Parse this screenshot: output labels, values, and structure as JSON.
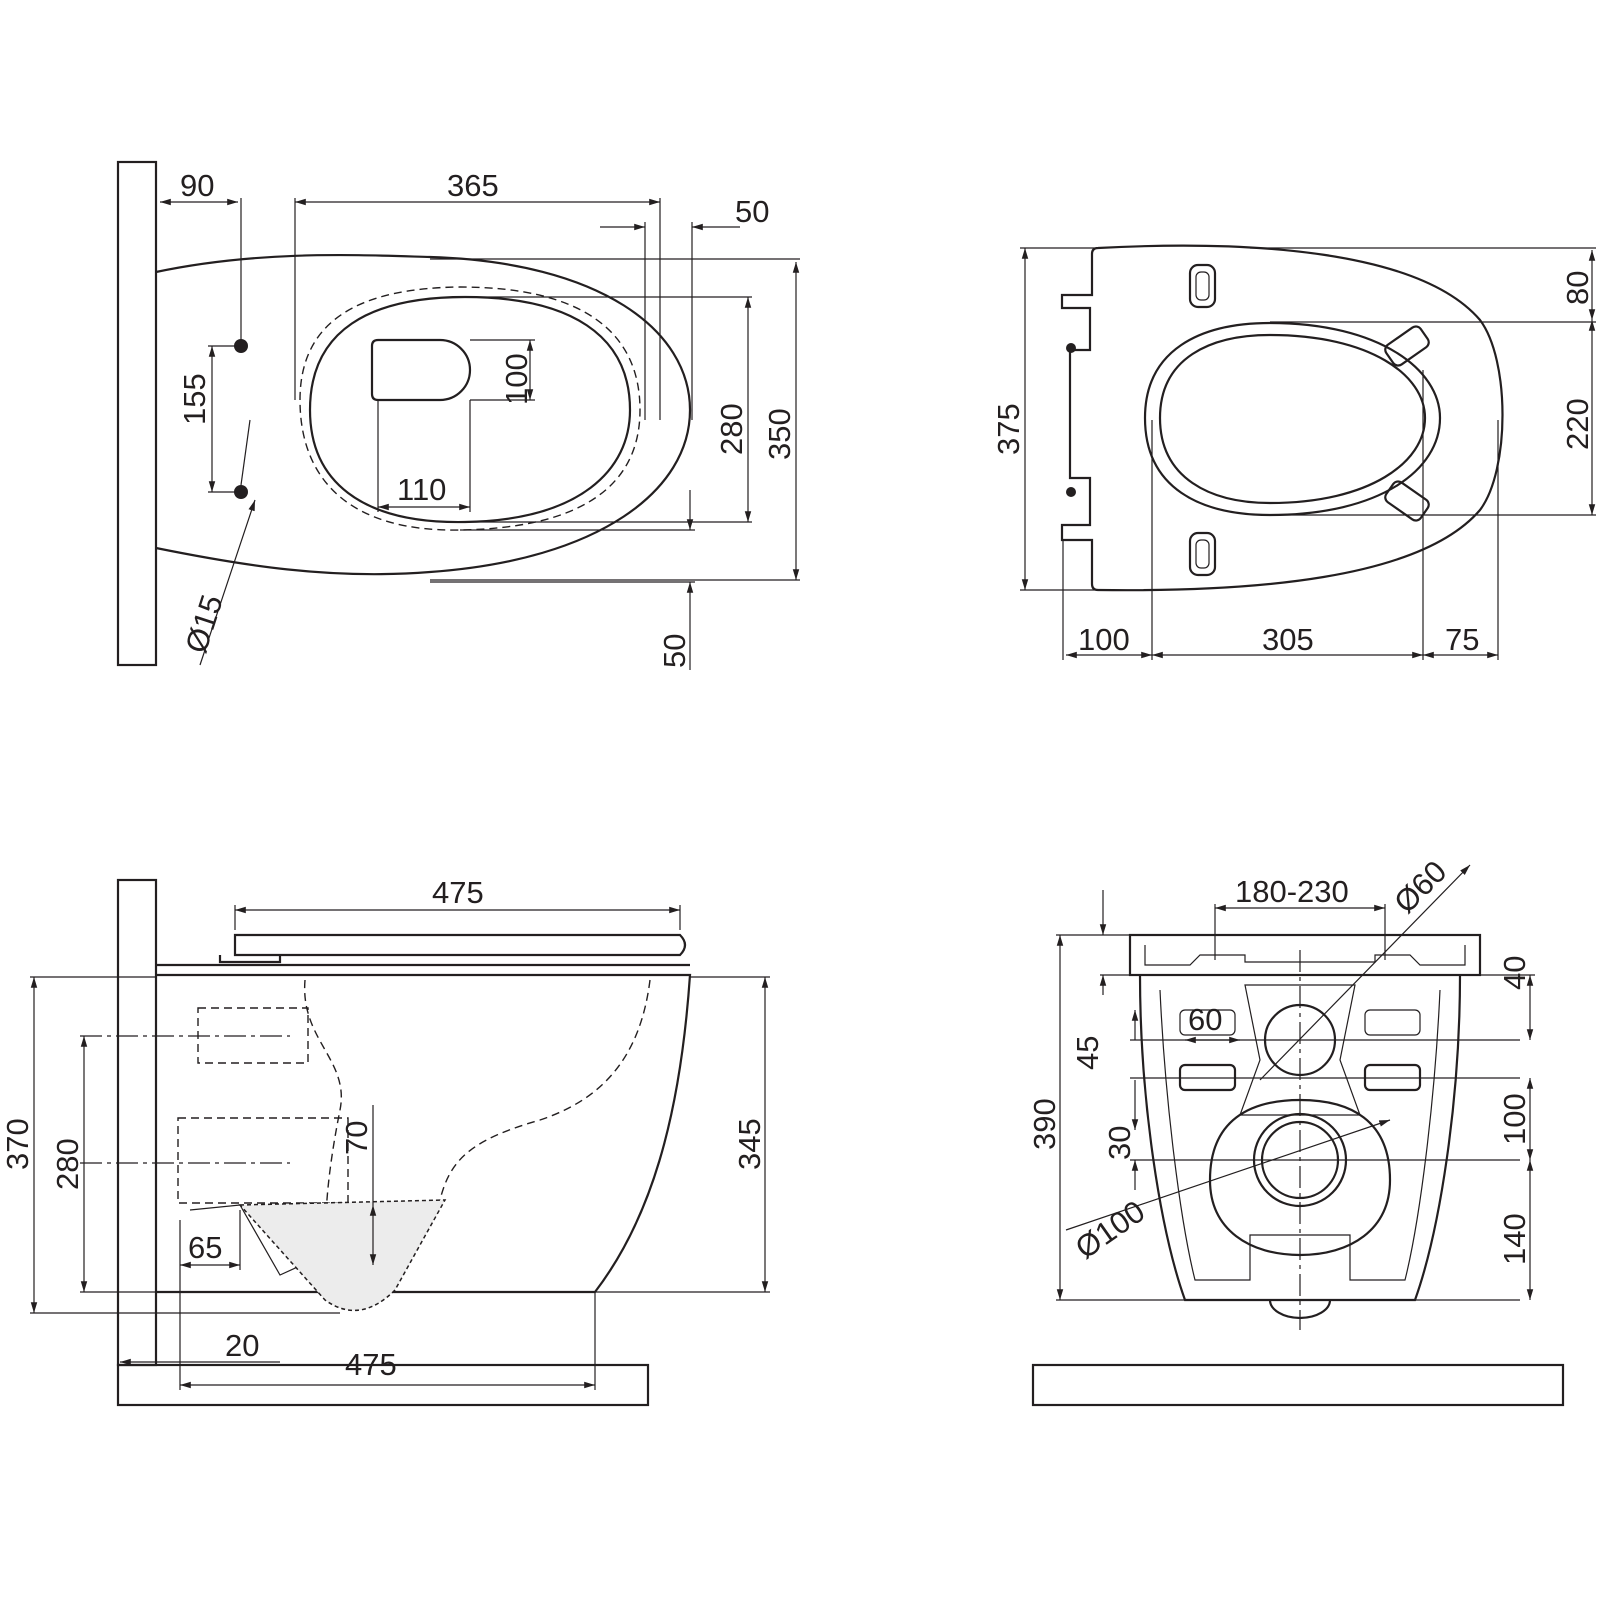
{
  "top_view": {
    "d90": "90",
    "d365": "365",
    "d50a": "50",
    "d155": "155",
    "d100": "100",
    "d110": "110",
    "d280": "280",
    "d350": "350",
    "d15": "Ø15",
    "d50b": "50"
  },
  "seat_view": {
    "d375": "375",
    "d80": "80",
    "d220": "220",
    "d100": "100",
    "d305": "305",
    "d75": "75"
  },
  "side_view": {
    "d475a": "475",
    "d370": "370",
    "d280": "280",
    "d70": "70",
    "d345": "345",
    "d65": "65",
    "d20": "20",
    "d475b": "475"
  },
  "rear_view": {
    "d180": "180-230",
    "d60a": "Ø60",
    "d40": "40",
    "d45": "45",
    "d60b": "60",
    "d390": "390",
    "d100": "100",
    "d30": "30",
    "d140": "140",
    "d100b": "Ø100"
  },
  "colors": {
    "line": "#231f20",
    "background": "#ffffff"
  }
}
